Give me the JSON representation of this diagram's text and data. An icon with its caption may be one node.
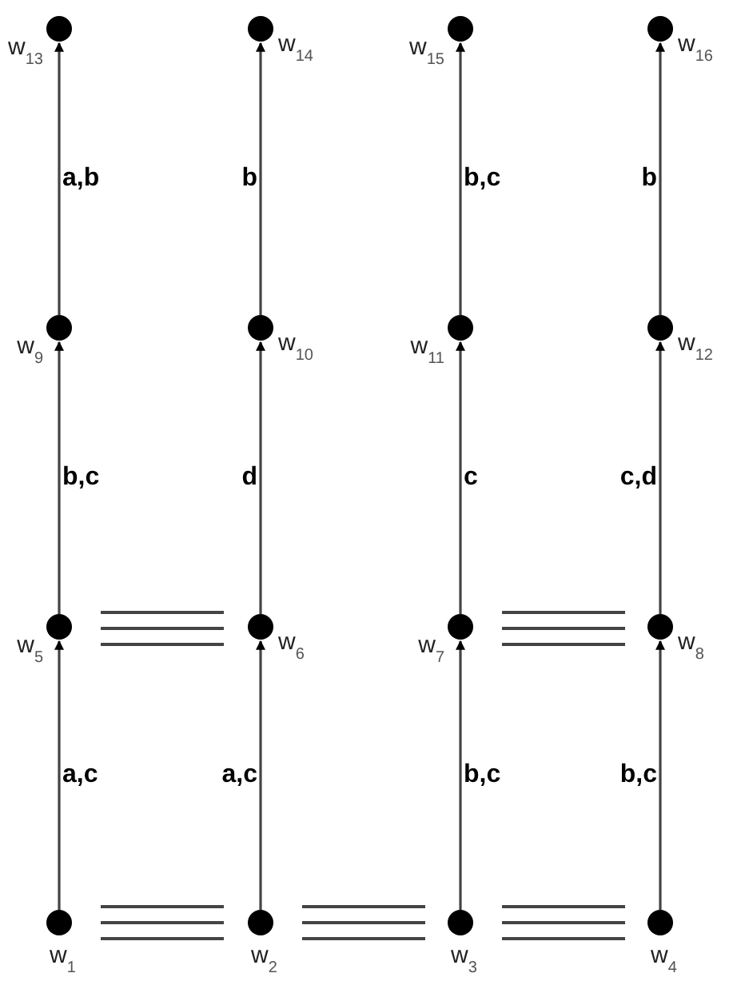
{
  "diagram": {
    "nodes": [
      {
        "text": [],
        "shape": "circle",
        "beside": [
          "w$_{13}$"
        ]
      },
      {
        "text": [],
        "shape": "circle",
        "beside": [
          "w$_{14}$"
        ]
      },
      {
        "text": [],
        "shape": "circle",
        "beside": [
          "w$_{15}$"
        ]
      },
      {
        "text": [],
        "shape": "circle",
        "beside": [
          "w$_{16}$"
        ]
      },
      {
        "text": [],
        "shape": "circle",
        "beside": [
          "w$_{9}$"
        ]
      },
      {
        "text": [],
        "shape": "circle",
        "beside": [
          "w$_{10}$"
        ]
      },
      {
        "text": [],
        "shape": "circle",
        "beside": [
          "w$_{11}$"
        ]
      },
      {
        "text": [],
        "shape": "circle",
        "beside": [
          "w$_{12}$"
        ]
      },
      {
        "text": [],
        "shape": "circle",
        "beside": [
          "w$_{5}$"
        ]
      },
      {
        "text": [],
        "shape": "circle",
        "beside": [
          "w$_{6}$"
        ]
      },
      {
        "text": [],
        "shape": "circle",
        "beside": [
          "w$_{7}$"
        ]
      },
      {
        "text": [],
        "shape": "circle",
        "beside": [
          "w$_{8}$"
        ]
      },
      {
        "text": [],
        "shape": "circle",
        "beside": [
          "w$_{1}$"
        ]
      },
      {
        "text": [],
        "shape": "circle",
        "beside": [
          "w$_{2}$"
        ]
      },
      {
        "text": [],
        "shape": "circle",
        "beside": [
          "w$_{3}$"
        ]
      },
      {
        "text": [],
        "shape": "circle",
        "beside": [
          "w$_{4}$"
        ]
      }
    ],
    "edges": [
      {
        "from": 12,
        "to": 8,
        "arrow": "to",
        "label": "a,c"
      },
      {
        "from": 8,
        "to": 4,
        "arrow": "to",
        "label": "b,c"
      },
      {
        "from": 4,
        "to": 0,
        "arrow": "to",
        "label": "a,b"
      },
      {
        "from": 13,
        "to": 9,
        "arrow": "to",
        "label": "a,c"
      },
      {
        "from": 9,
        "to": 5,
        "arrow": "to",
        "label": "d"
      },
      {
        "from": 5,
        "to": 1,
        "arrow": "to",
        "label": "b"
      },
      {
        "from": 14,
        "to": 10,
        "arrow": "to",
        "label": "b,c"
      },
      {
        "from": 10,
        "to": 6,
        "arrow": "to",
        "label": "c"
      },
      {
        "from": 6,
        "to": 2,
        "arrow": "to",
        "label": "b,c"
      },
      {
        "from": 15,
        "to": 11,
        "arrow": "to",
        "label": "b,c"
      },
      {
        "from": 11,
        "to": 7,
        "arrow": "to",
        "label": "c,d"
      },
      {
        "from": 7,
        "to": 3,
        "arrow": "to",
        "label": "b"
      }
    ]
  }
}
